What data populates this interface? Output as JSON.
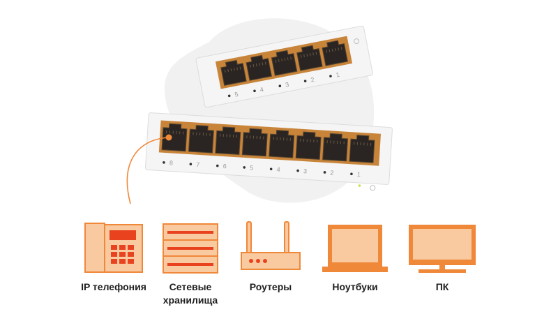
{
  "devices": [
    {
      "label": "IP телефония",
      "icon": "ip-phone-icon"
    },
    {
      "label": "Сетевые\nхранилища",
      "icon": "storage-server-icon"
    },
    {
      "label": "Роутеры",
      "icon": "router-icon"
    },
    {
      "label": "Ноутбуки",
      "icon": "laptop-icon"
    },
    {
      "label": "ПК",
      "icon": "desktop-monitor-icon"
    }
  ],
  "switch_small": {
    "port_numbers": [
      "5",
      "4",
      "3",
      "2",
      "1"
    ]
  },
  "switch_large": {
    "port_numbers": [
      "8",
      "7",
      "6",
      "5",
      "4",
      "3",
      "2",
      "1"
    ]
  },
  "colors": {
    "icon_fill": "#f9c9a0",
    "icon_stroke": "#f0883a",
    "accent_red": "#e8431e",
    "port_orange": "#c8853a",
    "cable_orange": "#f0883a",
    "blob_gray": "#f1f1f1"
  }
}
